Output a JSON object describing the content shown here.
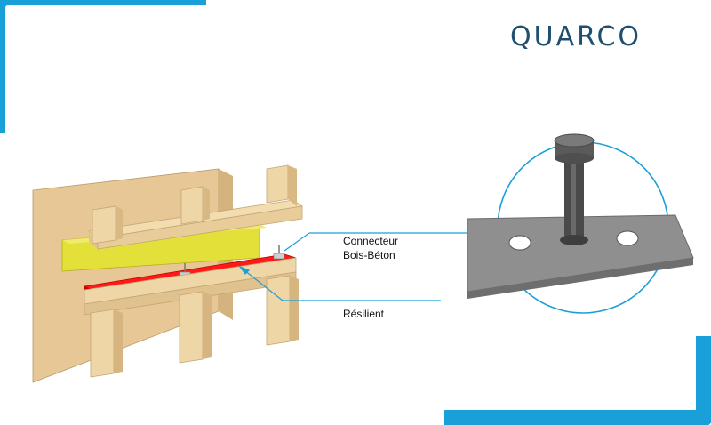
{
  "brand": {
    "logo_text": "QUARCO"
  },
  "labels": {
    "connector_line1": "Connecteur",
    "connector_line2": "Bois-Béton",
    "resilient": "Résilient"
  },
  "colors": {
    "accent_blue": "#1aa0d8",
    "wood": "#e9cc98",
    "yellow_beam": "#e4e03a",
    "red_layer": "#ff1a1a",
    "plate_gray": "#8f8f8f"
  }
}
